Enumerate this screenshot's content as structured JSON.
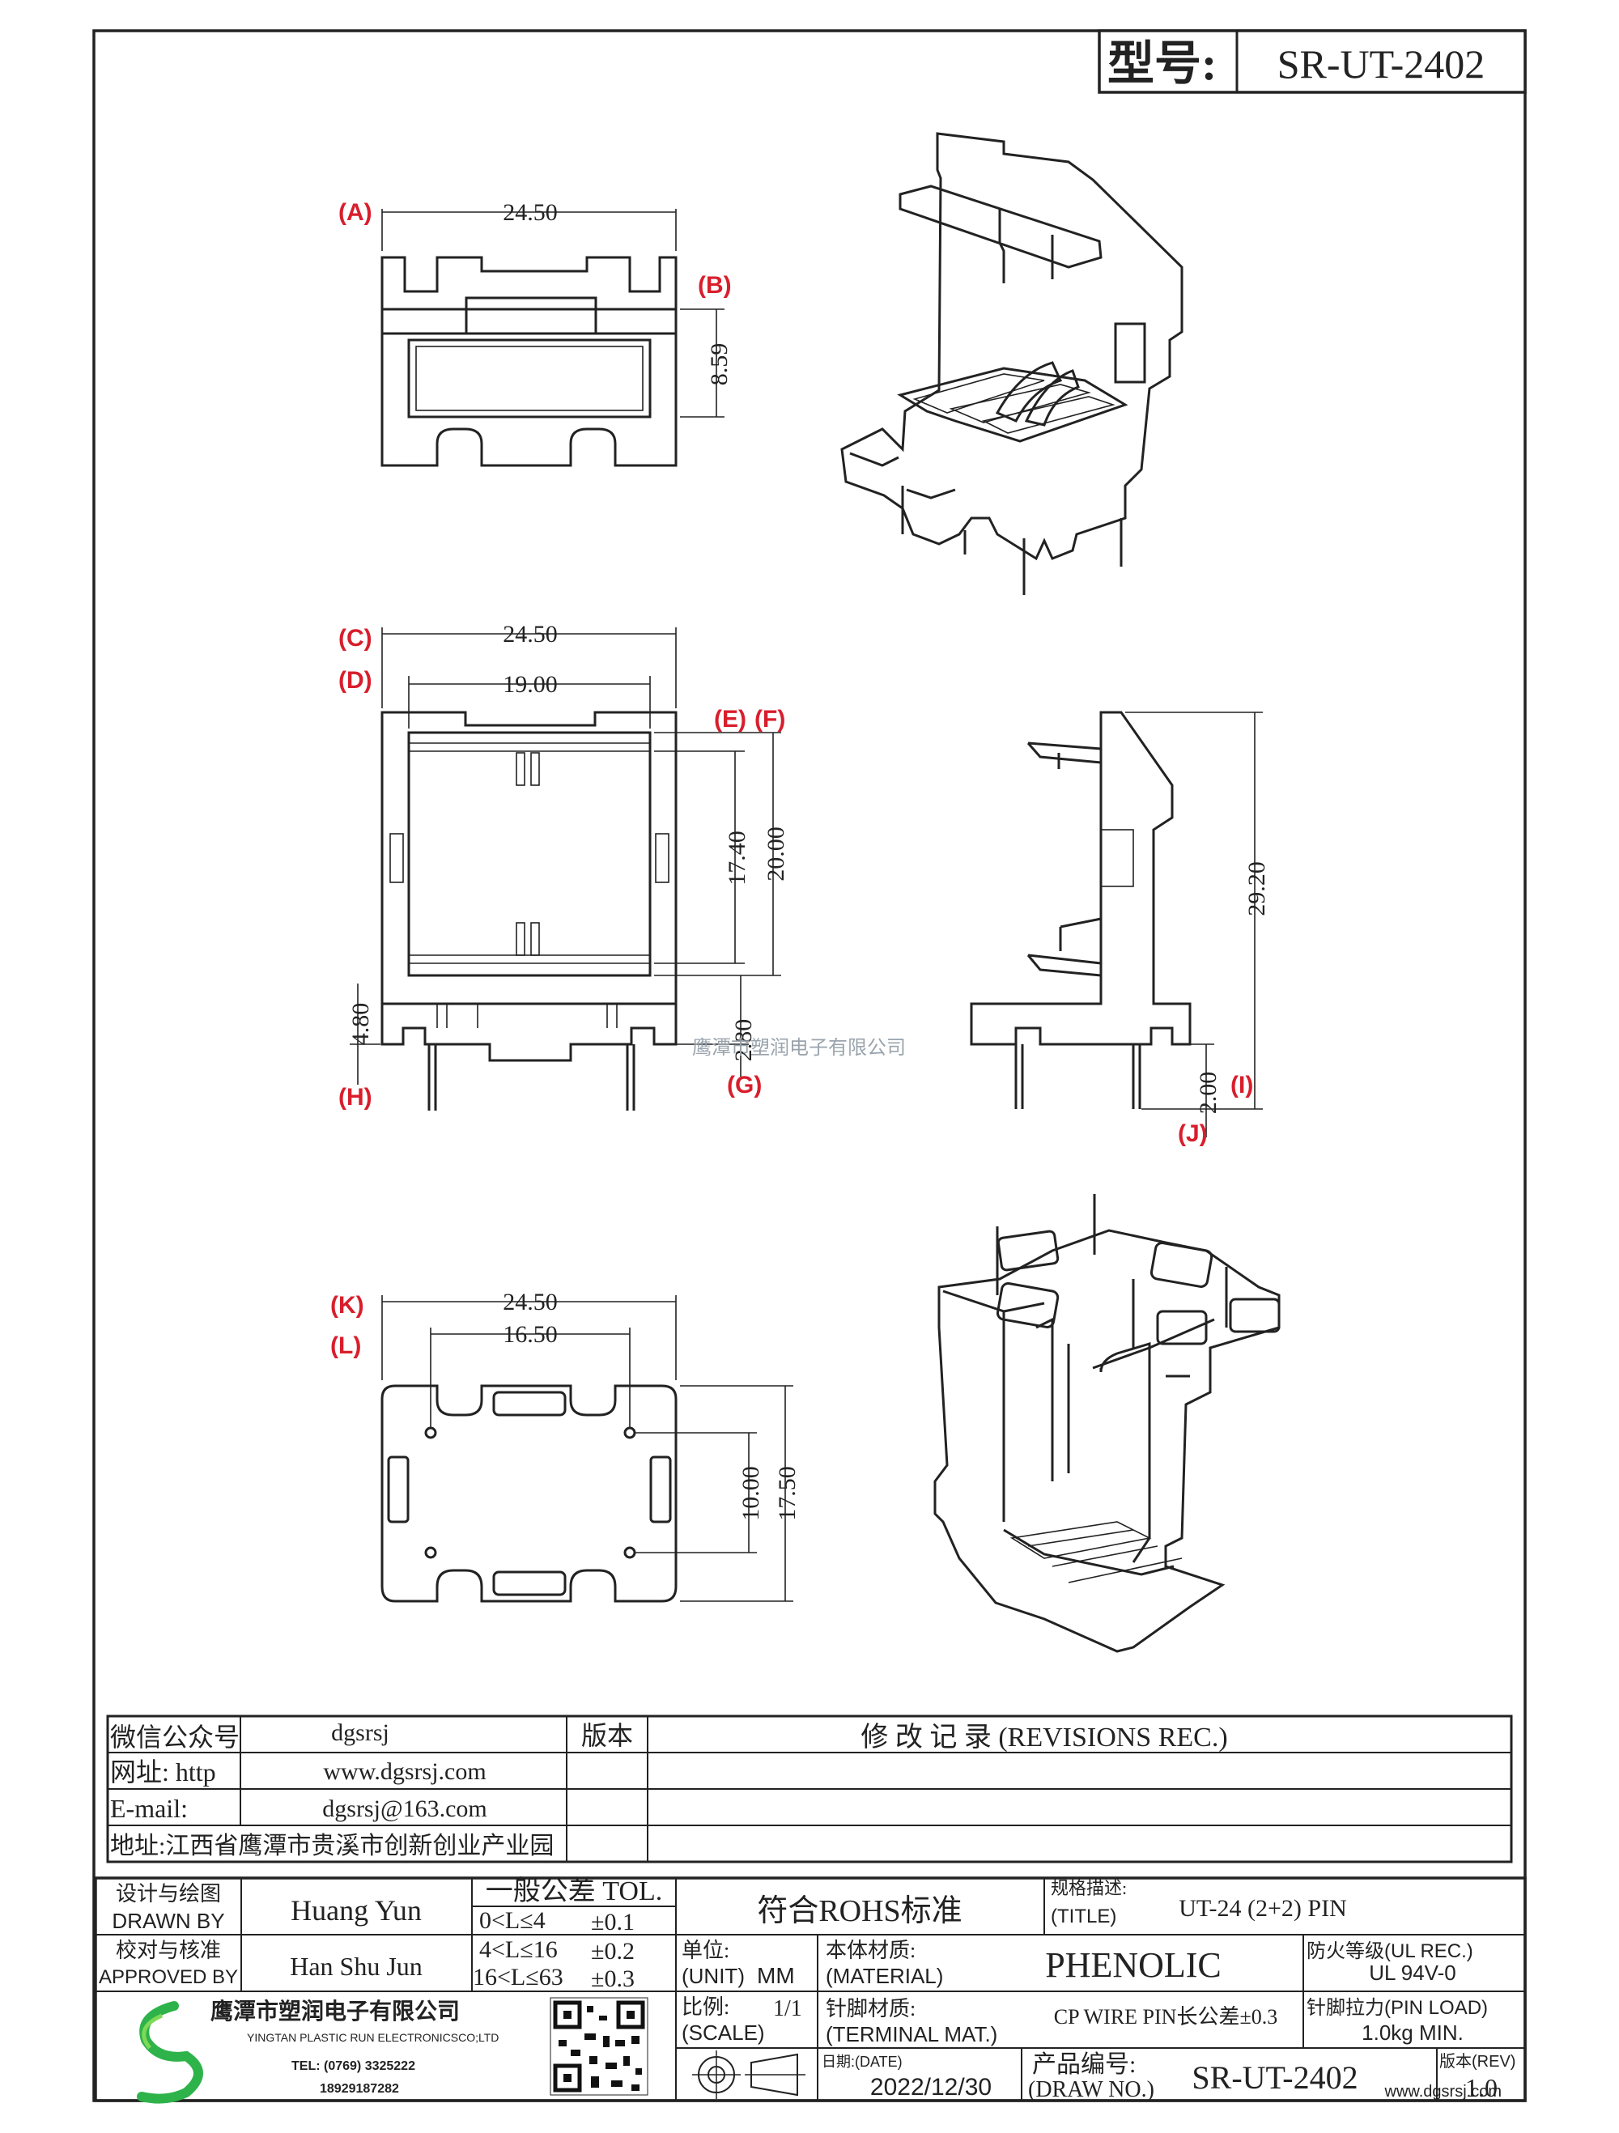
{
  "header": {
    "model_label": "型号:",
    "model_value": "SR-UT-2402"
  },
  "views": {
    "top": {
      "labels": [
        "(A)",
        "(B)"
      ],
      "width": "24.50",
      "height": "8.59"
    },
    "front": {
      "labels": [
        "(C)",
        "(D)",
        "(E)",
        "(F)",
        "(G)",
        "(H)"
      ],
      "overall_width": "24.50",
      "inner_width": "19.00",
      "inner_height": "17.40",
      "outer_height": "20.00",
      "base_height": "4.80",
      "pin_offset": "2.80"
    },
    "side": {
      "labels": [
        "(I)",
        "(J)"
      ],
      "total_height": "29.20",
      "pin_length": "2.00"
    },
    "bottom": {
      "labels": [
        "(K)",
        "(L)"
      ],
      "width": "24.50",
      "pin_spacing": "16.50",
      "pin_row": "10.00",
      "depth": "17.50"
    }
  },
  "watermark": "鹰潭市塑润电子有限公司",
  "corner_watermark": "www.dgsrsj.com",
  "contact": {
    "wechat_label": "微信公众号",
    "wechat_value": "dgsrsj",
    "web_label": "网址: http",
    "web_value": "www.dgsrsj.com",
    "email_label": "E-mail:",
    "email_value": "dgsrsj@163.com",
    "address": "地址:江西省鹰潭市贵溪市创新创业产业园"
  },
  "revisions": {
    "version_label": "版本",
    "title": "修 改 记 录  (REVISIONS REC.)"
  },
  "title_block": {
    "drawn_cn": "设计与绘图",
    "drawn_en": "DRAWN BY",
    "drawn_name": "Huang Yun",
    "approved_cn": "校对与核准",
    "approved_en": "APPROVED BY",
    "approved_name": "Han Shu Jun",
    "tol_title": "一般公差 TOL.",
    "tol_rows": [
      {
        "range": "0<L≤4",
        "tol": "±0.1"
      },
      {
        "range": "4<L≤16",
        "tol": "±0.2"
      },
      {
        "range": "16<L≤63",
        "tol": "±0.3"
      }
    ],
    "rohs": "符合ROHS标准",
    "title_cn": "规格描述:",
    "title_en": "(TITLE)",
    "title_value": "UT-24 (2+2) PIN",
    "unit_cn": "单位:",
    "unit_en": "(UNIT)",
    "unit_value": "MM",
    "material_cn": "本体材质:",
    "material_en": "(MATERIAL)",
    "material_value": "PHENOLIC",
    "flame_cn": "防火等级(UL REC.)",
    "flame_value": "UL 94V-0",
    "scale_cn": "比例:",
    "scale_en": "(SCALE)",
    "scale_value": "1/1",
    "terminal_cn": "针脚材质:",
    "terminal_en": "(TERMINAL MAT.)",
    "terminal_value": "CP WIRE  PIN长公差±0.3",
    "pin_load_cn": "针脚拉力(PIN LOAD)",
    "pin_load_value": "1.0kg MIN.",
    "date_label": "日期:(DATE)",
    "date_value": "2022/12/30",
    "drawno_cn": "产品编号:",
    "drawno_en": "(DRAW NO.)",
    "drawno_value": "SR-UT-2402",
    "rev_label": "版本(REV)",
    "rev_value": "1.0"
  },
  "company": {
    "name_cn": "鹰潭市塑润电子有限公司",
    "name_en": "YINGTAN PLASTIC RUN ELECTRONICSCO;LTD",
    "tel": "TEL: (0769) 3325222",
    "mobile": "18929187282"
  }
}
